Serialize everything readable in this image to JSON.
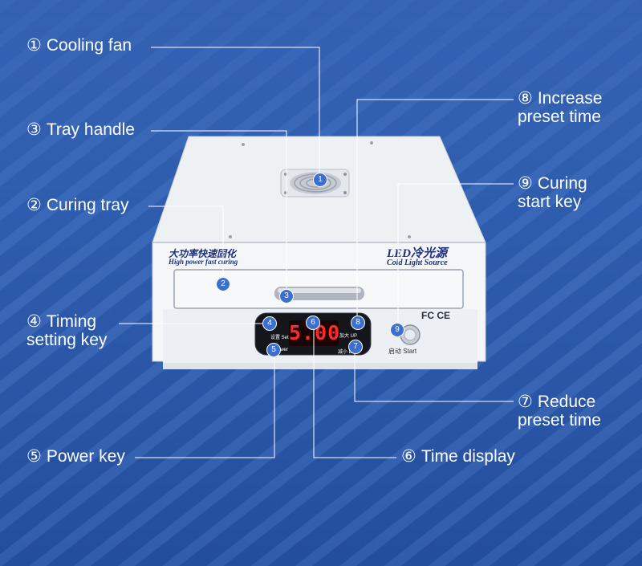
{
  "callouts": {
    "cooling_fan": {
      "num": "①",
      "line1": "Cooling fan"
    },
    "tray_handle": {
      "num": "③",
      "line1": "Tray handle"
    },
    "curing_tray": {
      "num": "②",
      "line1": "Curing tray"
    },
    "timing_key": {
      "num": "④",
      "line1": "Timing",
      "line2": "setting key"
    },
    "power_key": {
      "num": "⑤",
      "line1": "Power key"
    },
    "time_display": {
      "num": "⑥",
      "line1": "Time display"
    },
    "increase_time": {
      "num": "⑧",
      "line1": "Increase",
      "line2": "preset time"
    },
    "start_key": {
      "num": "⑨",
      "line1": "Curing",
      "line2": "start key"
    },
    "reduce_time": {
      "num": "⑦",
      "line1": "Reduce",
      "line2": "preset time"
    }
  },
  "markers": {
    "m1": "1",
    "m2": "2",
    "m3": "3",
    "m4": "4",
    "m5": "5",
    "m6": "6",
    "m7": "7",
    "m8": "8",
    "m9": "9"
  },
  "device": {
    "cn_title_left": "大功率快速固化",
    "en_title_left": "High power fast curing",
    "led_title": "LED冷光源",
    "en_title_right": "Cold Light Source",
    "cert_marks": "FC CE",
    "display_value": "5.00",
    "panel_set": "设置 Set",
    "panel_power": "Power",
    "panel_up": "加大 UP",
    "panel_down": "减小 D",
    "start_label": "启动 Start"
  },
  "colors": {
    "background": "#2e5cad",
    "marker": "#3d6fcf",
    "leader": "#ffffff",
    "display_digits": "#ff2a2a"
  }
}
